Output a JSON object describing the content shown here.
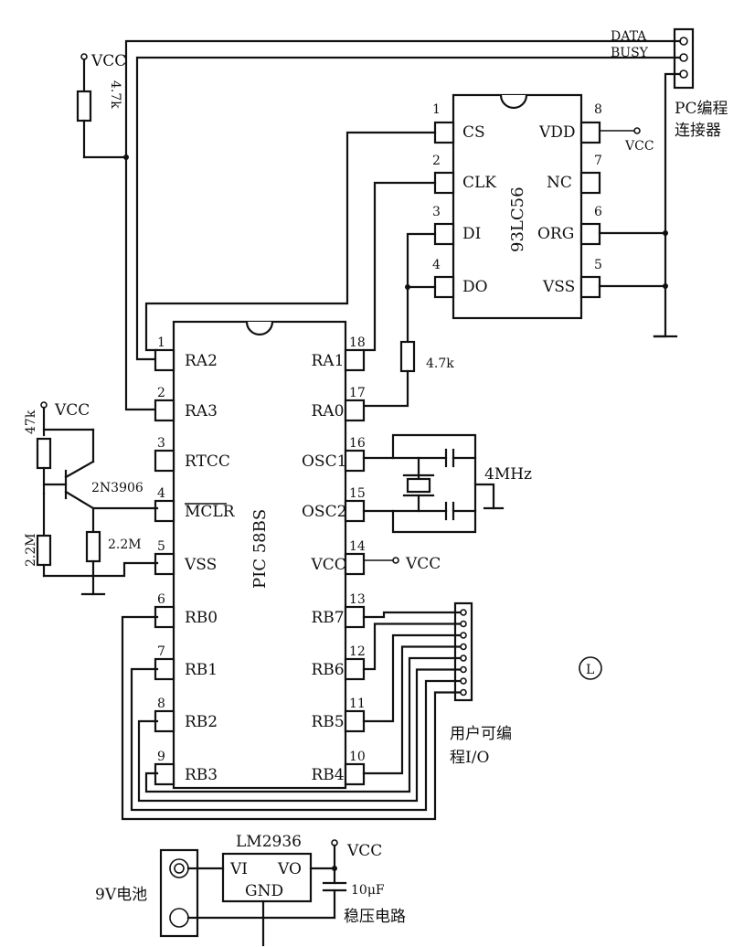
{
  "pic": {
    "name": "PIC 58BS",
    "left_pins": [
      {
        "num": "1",
        "label": "RA2"
      },
      {
        "num": "2",
        "label": "RA3"
      },
      {
        "num": "3",
        "label": "RTCC"
      },
      {
        "num": "4",
        "label": "MCLR"
      },
      {
        "num": "5",
        "label": "VSS"
      },
      {
        "num": "6",
        "label": "RB0"
      },
      {
        "num": "7",
        "label": "RB1"
      },
      {
        "num": "8",
        "label": "RB2"
      },
      {
        "num": "9",
        "label": "RB3"
      }
    ],
    "right_pins": [
      {
        "num": "18",
        "label": "RA1"
      },
      {
        "num": "17",
        "label": "RA0"
      },
      {
        "num": "16",
        "label": "OSC1"
      },
      {
        "num": "15",
        "label": "OSC2"
      },
      {
        "num": "14",
        "label": "VCC"
      },
      {
        "num": "13",
        "label": "RB7"
      },
      {
        "num": "12",
        "label": "RB6"
      },
      {
        "num": "11",
        "label": "RB5"
      },
      {
        "num": "10",
        "label": "RB4"
      }
    ]
  },
  "eeprom": {
    "name": "93LC56",
    "left_pins": [
      {
        "num": "1",
        "label": "CS"
      },
      {
        "num": "2",
        "label": "CLK"
      },
      {
        "num": "3",
        "label": "DI"
      },
      {
        "num": "4",
        "label": "DO"
      }
    ],
    "right_pins": [
      {
        "num": "8",
        "label": "VDD"
      },
      {
        "num": "7",
        "label": "NC"
      },
      {
        "num": "6",
        "label": "ORG"
      },
      {
        "num": "5",
        "label": "VSS"
      }
    ]
  },
  "labels": {
    "vcc": "VCC",
    "data": "DATA",
    "busy": "BUSY",
    "pc_connector_1": "PC编程",
    "pc_connector_2": "连接器",
    "r_top": "4.7k",
    "r_mid": "4.7k",
    "r_47k": "47k",
    "r_22m_a": "2.2M",
    "r_22m_b": "2.2M",
    "transistor": "2N3906",
    "crystal": "4MHz",
    "user_io_1": "用户可编",
    "user_io_2": "程I/O",
    "regulator": "LM2936",
    "reg_vi": "VI",
    "reg_vo": "VO",
    "reg_gnd": "GND",
    "battery": "9V电池",
    "cap": "10μF",
    "reg_circuit": "稳压电路",
    "fig_mark": "L"
  }
}
